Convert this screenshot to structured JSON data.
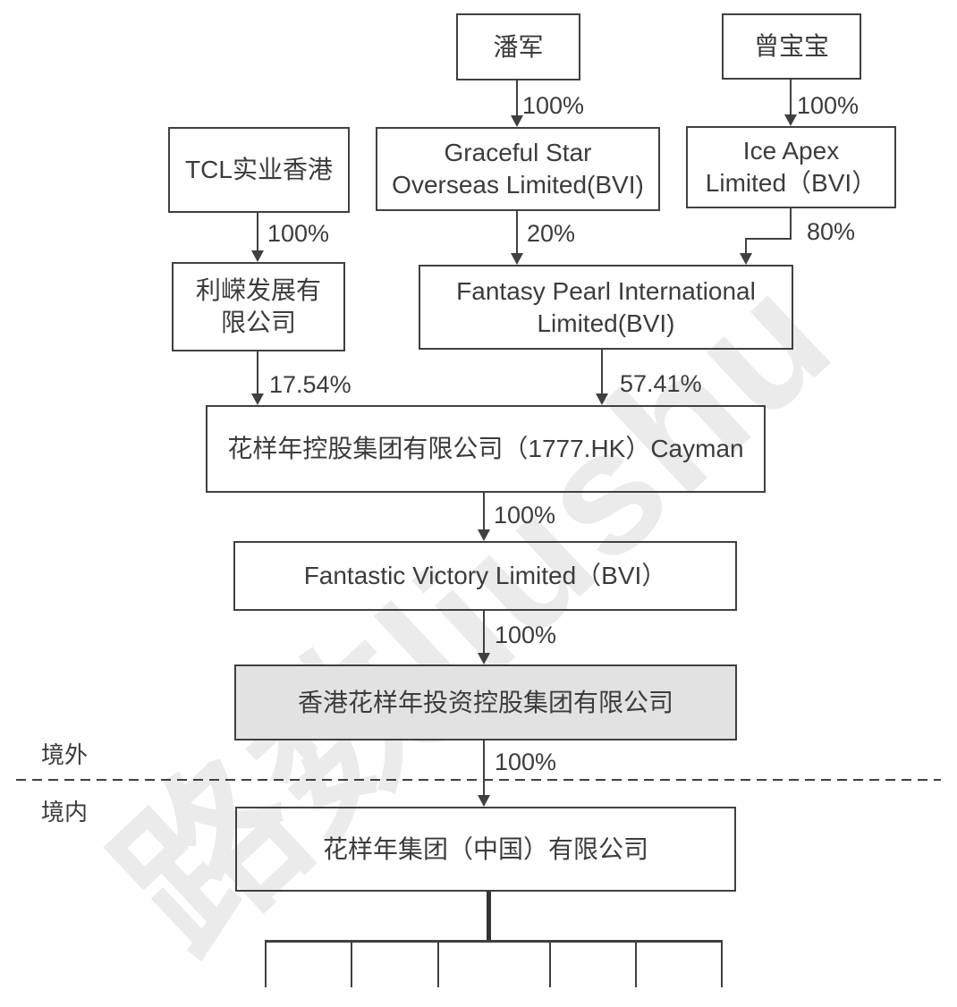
{
  "watermark": "路数liushu",
  "regions": {
    "offshore": "境外",
    "onshore": "境内"
  },
  "nodes": {
    "panjun": "潘军",
    "zengbaobao": "曾宝宝",
    "tcl": "TCL实业香港",
    "graceful_star": "Graceful Star\nOverseas Limited(BVI)",
    "ice_apex": "Ice Apex\nLimited（BVI）",
    "lirong": "利嵘发展有\n限公司",
    "fantasy_pearl": "Fantasy Pearl International\nLimited(BVI)",
    "fantasia_cayman": "花样年控股集团有限公司（1777.HK）Cayman",
    "fantastic_victory": "Fantastic Victory Limited（BVI）",
    "hk_fantasia": "香港花样年投资控股集团有限公司",
    "fantasia_china": "花样年集团（中国）有限公司"
  },
  "edges": {
    "panjun_to_graceful": "100%",
    "zengbaobao_to_iceapex": "100%",
    "tcl_to_lirong": "100%",
    "graceful_to_fantasy": "20%",
    "iceapex_to_fantasy": "80%",
    "lirong_to_cayman": "17.54%",
    "fantasy_to_cayman": "57.41%",
    "cayman_to_fantastic": "100%",
    "fantastic_to_hk": "100%",
    "hk_to_china": "100%"
  }
}
